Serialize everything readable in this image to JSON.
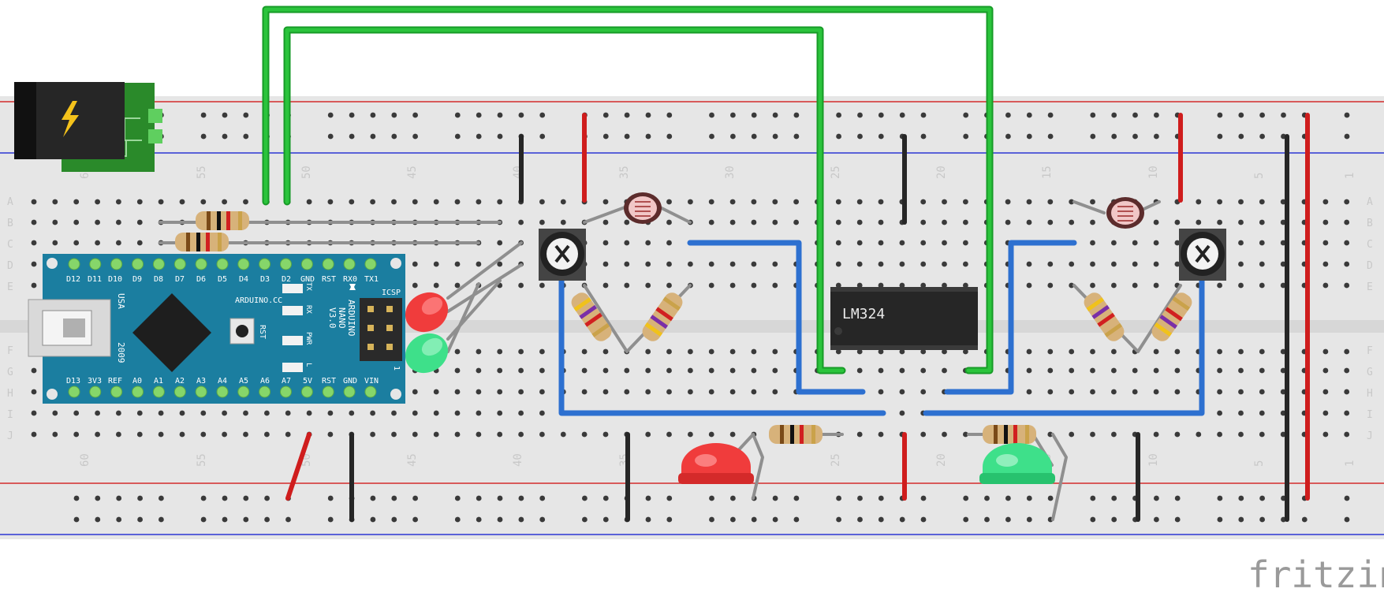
{
  "app": {
    "watermark": "fritzing"
  },
  "breadboard": {
    "row_letters_left": [
      "A",
      "B",
      "C",
      "D",
      "E",
      "F",
      "G",
      "H",
      "I",
      "J"
    ],
    "row_letters_right": [
      "A",
      "B",
      "C",
      "D",
      "E",
      "F",
      "G",
      "H",
      "I",
      "J"
    ],
    "top_numbers": [
      "60",
      "55",
      "50",
      "45",
      "40",
      "35",
      "30",
      "25",
      "20",
      "15",
      "10",
      "5",
      "1"
    ],
    "bottom_numbers": [
      "60",
      "55",
      "50",
      "45",
      "40",
      "35",
      "30",
      "25",
      "20",
      "15",
      "10",
      "5",
      "1"
    ]
  },
  "arduino": {
    "brand": "ARDUINO.CC",
    "model_lines": [
      "ARDUINO",
      "NANO",
      "V3.0"
    ],
    "country": "USA",
    "year": "2009",
    "icsp": "ICSP",
    "reset": "RST",
    "leds": [
      "TX",
      "RX",
      "PWR",
      "L"
    ],
    "top_pins": [
      "D12",
      "D11",
      "D10",
      "D9",
      "D8",
      "D7",
      "D6",
      "D5",
      "D4",
      "D3",
      "D2",
      "GND",
      "RST",
      "RX0",
      "TX1"
    ],
    "bottom_pins": [
      "D13",
      "3V3",
      "REF",
      "A0",
      "A1",
      "A2",
      "A3",
      "A4",
      "A5",
      "A6",
      "A7",
      "5V",
      "RST",
      "GND",
      "VIN"
    ],
    "icsp_pin1": "1"
  },
  "chip": {
    "label": "LM324"
  },
  "colors": {
    "board": "#e6e6e6",
    "rail_red": "#d42b2b",
    "rail_blue": "#2b36d4",
    "wire_green": "#1db52e",
    "wire_blue": "#2d70d0",
    "wire_red": "#cf1d1d",
    "wire_black": "#262626",
    "wire_gray": "#8f8f8f",
    "nano_blue": "#1b7ea0",
    "led_red": "#f03c3c",
    "led_green": "#3ee08a",
    "jack_green": "#2a8a2a"
  },
  "icons": {
    "power_jack": "lightning-bolt-icon"
  }
}
